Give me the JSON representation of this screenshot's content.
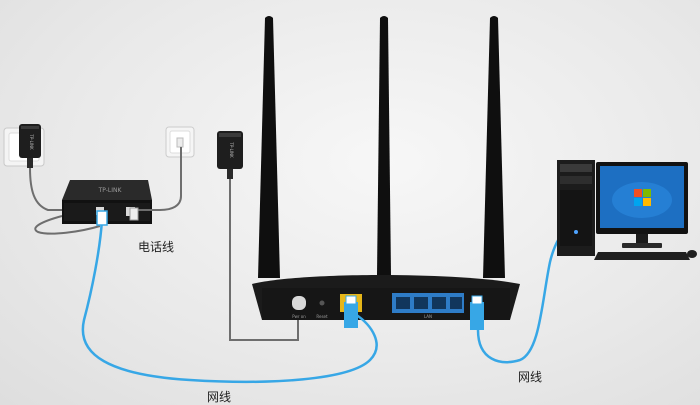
{
  "labels": {
    "phone_line": "电话线",
    "network_cable_bottom": "网线",
    "network_cable_right": "网线"
  },
  "devices": {
    "adapter_left_brand": "TP-LINK",
    "adapter_router_brand": "TP-LINK",
    "modem_brand": "TP-LINK",
    "router_ports": {
      "power": "Pwr on",
      "reset": "Reset",
      "lan": "LAN"
    }
  },
  "colors": {
    "cable_blue": "#37a7e6",
    "wire_gray": "#6e6e6e",
    "device_black": "#1b1b1b",
    "wan_port": "#e6b619",
    "lan_port": "#2e7cc7",
    "monitor_screen": "#1d6fc2"
  }
}
